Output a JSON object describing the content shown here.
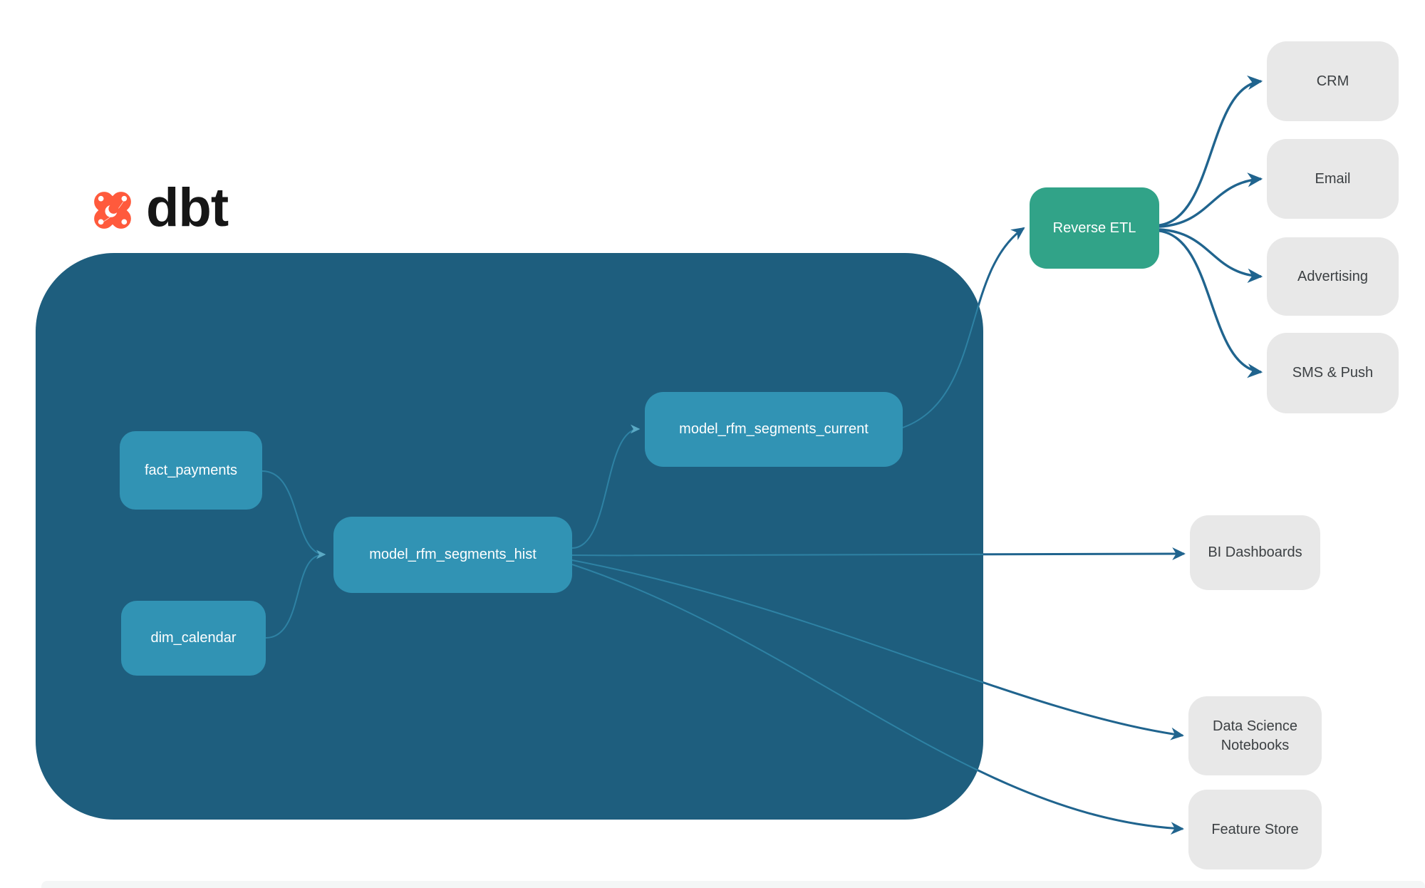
{
  "logo": {
    "text": "dbt"
  },
  "nodes": {
    "fact_payments": {
      "label": "fact_payments",
      "type": "source-model"
    },
    "dim_calendar": {
      "label": "dim_calendar",
      "type": "source-model"
    },
    "model_rfm_segments_hist": {
      "label": "model_rfm_segments_hist",
      "type": "model"
    },
    "model_rfm_segments_current": {
      "label": "model_rfm_segments_current",
      "type": "model"
    },
    "reverse_etl": {
      "label": "Reverse ETL",
      "type": "tool"
    },
    "crm": {
      "label": "CRM",
      "type": "destination"
    },
    "email": {
      "label": "Email",
      "type": "destination"
    },
    "advertising": {
      "label": "Advertising",
      "type": "destination"
    },
    "sms_push": {
      "label": "SMS & Push",
      "type": "destination"
    },
    "bi_dashboards": {
      "label": "BI Dashboards",
      "type": "destination"
    },
    "data_science_notebooks": {
      "label": "Data Science Notebooks",
      "type": "destination"
    },
    "feature_store": {
      "label": "Feature Store",
      "type": "destination"
    }
  },
  "edges": [
    {
      "from": "fact_payments",
      "to": "model_rfm_segments_hist"
    },
    {
      "from": "dim_calendar",
      "to": "model_rfm_segments_hist"
    },
    {
      "from": "model_rfm_segments_hist",
      "to": "model_rfm_segments_current"
    },
    {
      "from": "model_rfm_segments_current",
      "to": "reverse_etl"
    },
    {
      "from": "reverse_etl",
      "to": "crm"
    },
    {
      "from": "reverse_etl",
      "to": "email"
    },
    {
      "from": "reverse_etl",
      "to": "advertising"
    },
    {
      "from": "reverse_etl",
      "to": "sms_push"
    },
    {
      "from": "model_rfm_segments_hist",
      "to": "bi_dashboards"
    },
    {
      "from": "model_rfm_segments_hist",
      "to": "data_science_notebooks"
    },
    {
      "from": "model_rfm_segments_hist",
      "to": "feature_store"
    }
  ],
  "colors": {
    "container_bg": "#1e5e7e",
    "node_teal": "#3193b4",
    "node_green": "#31a388",
    "node_gray": "#e8e8e8",
    "node_gray_text": "#3c4043",
    "edge_dark": "#20648e",
    "edge_light": "#2e82a4",
    "edge_light_head": "#5aa9c4",
    "logo_orange": "#ff5a3c",
    "logo_text": "#161616",
    "footer_strip": "#f4f6f6"
  }
}
